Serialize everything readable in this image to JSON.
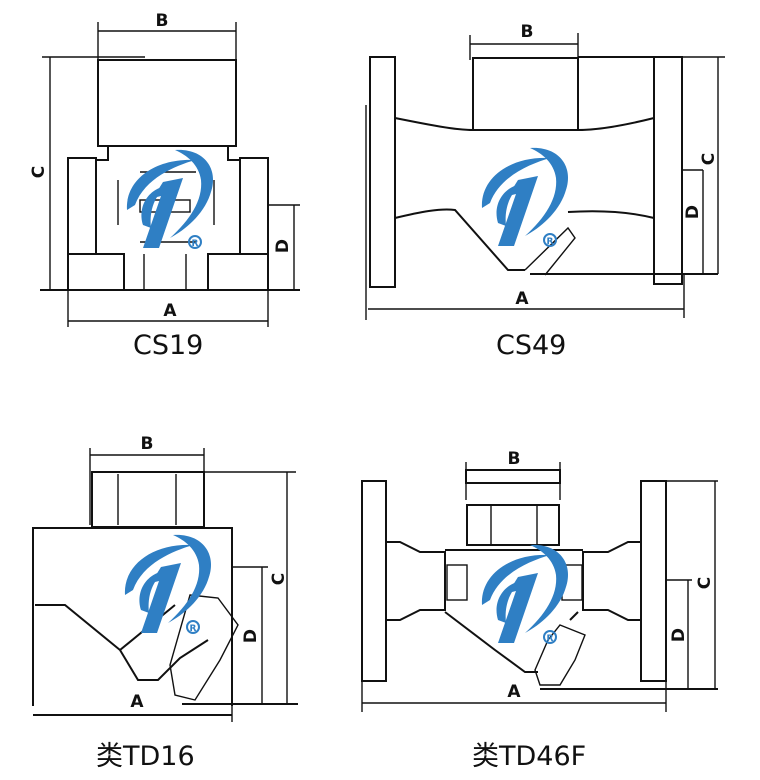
{
  "figure": {
    "panels": [
      {
        "id": "cs19",
        "caption": "CS19",
        "dims": {
          "A": "A",
          "B": "B",
          "C": "C",
          "D": "D"
        }
      },
      {
        "id": "cs49",
        "caption": "CS49",
        "dims": {
          "A": "A",
          "B": "B",
          "C": "C",
          "D": "D"
        }
      },
      {
        "id": "td16",
        "caption": "类TD16",
        "dims": {
          "A": "A",
          "B": "B",
          "C": "C",
          "D": "D"
        }
      },
      {
        "id": "td46f",
        "caption": "类TD46F",
        "dims": {
          "A": "A",
          "B": "B",
          "C": "C",
          "D": "D"
        }
      }
    ],
    "watermark": {
      "symbol": "®"
    },
    "colors": {
      "line": "#111111",
      "logo": "#2f7fc4",
      "background": "#ffffff"
    }
  }
}
